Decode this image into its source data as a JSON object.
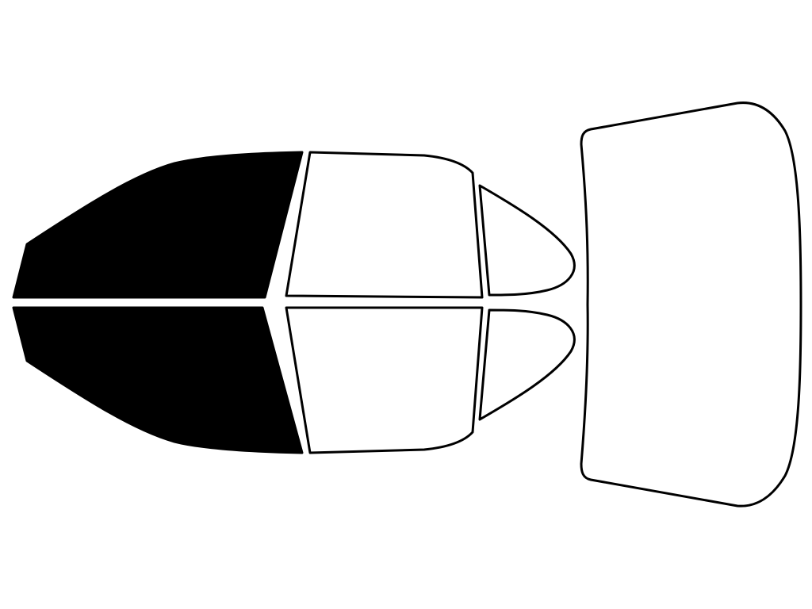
{
  "diagram": {
    "colors": {
      "background": "#ffffff",
      "outline": "#000000",
      "tinted_fill": "#000000",
      "clear_fill": "#ffffff"
    },
    "windows": [
      {
        "id": "front-left-window",
        "tinted": true
      },
      {
        "id": "front-right-window",
        "tinted": true
      },
      {
        "id": "rear-left-window",
        "tinted": false
      },
      {
        "id": "rear-right-window",
        "tinted": false
      },
      {
        "id": "rear-left-quarter-window",
        "tinted": false
      },
      {
        "id": "rear-right-quarter-window",
        "tinted": false
      },
      {
        "id": "rear-windshield",
        "tinted": false
      }
    ]
  }
}
